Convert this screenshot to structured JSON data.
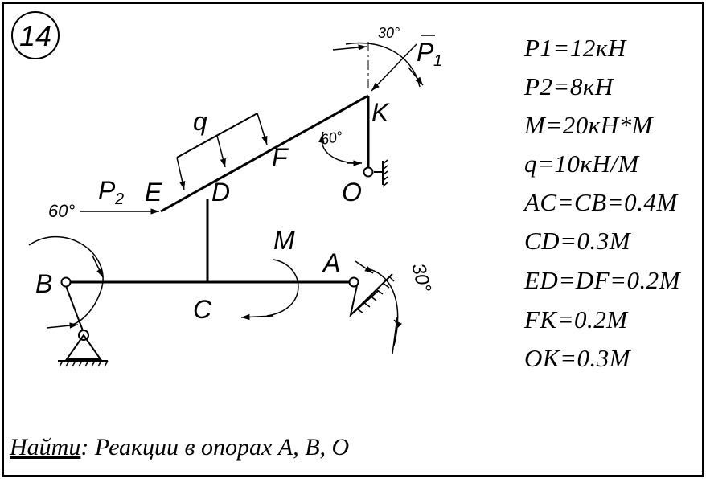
{
  "problem_number": "14",
  "labels": {
    "A": "A",
    "B": "B",
    "C": "C",
    "D": "D",
    "E": "E",
    "F": "F",
    "K": "K",
    "O": "O",
    "q": "q",
    "M": "M",
    "P1": "P",
    "P1_sub": "1",
    "P2": "P",
    "P2_sub": "2"
  },
  "angles": {
    "p1": "30°",
    "fk": "60°",
    "p2": "60°",
    "support_a": "30°"
  },
  "given": [
    "P1=12кН",
    "P2=8кН",
    "M=20кН*М",
    "q=10кН/М",
    "AC=CB=0.4М",
    "CD=0.3М",
    "ED=DF=0.2М",
    "FK=0.2М",
    "OK=0.3М"
  ],
  "find": {
    "label": "Найти",
    "text": ": Реакции в опорах A, B, O"
  },
  "colors": {
    "ink": "#000000",
    "background": "#ffffff"
  }
}
